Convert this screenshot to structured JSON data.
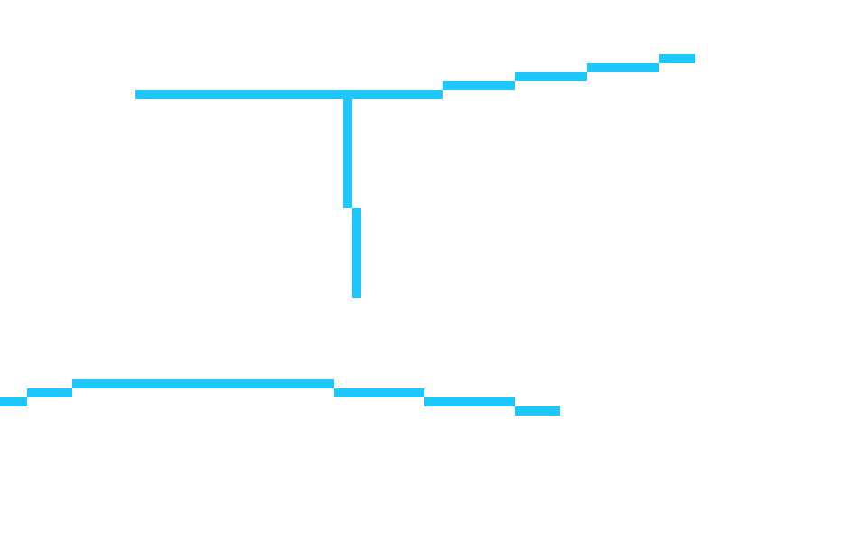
{
  "scene": {
    "background_color": "#ffffff",
    "stroke_color": "#1ec8ff",
    "shapes": [
      "upper-step-line",
      "vertical-connector",
      "lower-step-line"
    ]
  }
}
